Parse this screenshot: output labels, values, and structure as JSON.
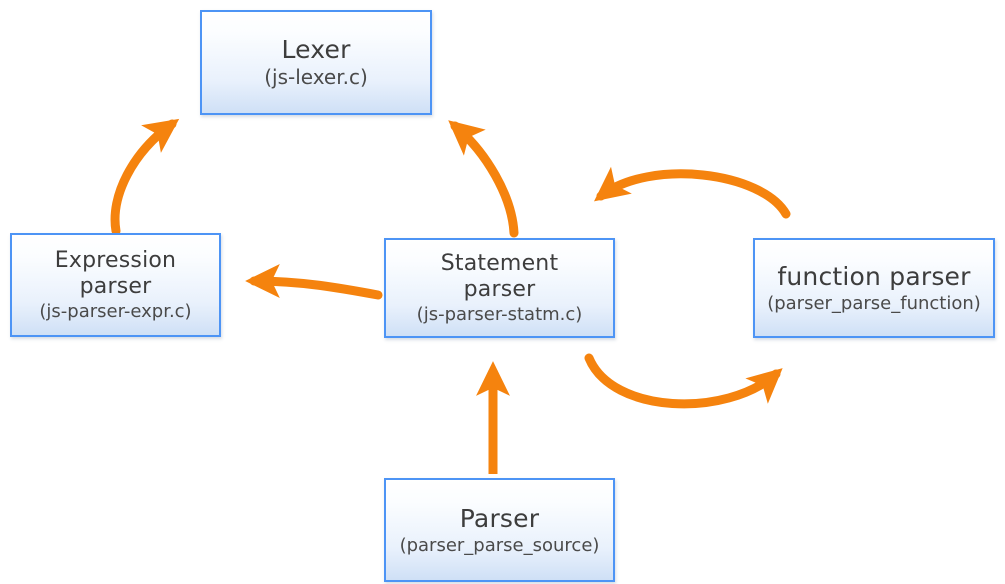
{
  "diagram": {
    "accent_color": "#f5830e",
    "box_border_color": "#4d94f5",
    "box_fill_top": "#ffffff",
    "box_fill_bottom": "#cfe0f6",
    "background": "#ffffff",
    "nodes": [
      {
        "id": "lexer",
        "title": "Lexer",
        "subtitle": "(js-lexer.c)"
      },
      {
        "id": "expression",
        "title": "Expression",
        "title2": "parser",
        "subtitle": "(js-parser-expr.c)"
      },
      {
        "id": "statement",
        "title": "Statement",
        "title2": "parser",
        "subtitle": "(js-parser-statm.c)"
      },
      {
        "id": "function",
        "title": "function parser",
        "subtitle": "(parser_parse_function)"
      },
      {
        "id": "parser",
        "title": "Parser",
        "subtitle": "(parser_parse_source)"
      }
    ],
    "edges": [
      {
        "id": "expression-to-lexer",
        "from": "expression",
        "to": "lexer",
        "style": "curved"
      },
      {
        "id": "statement-to-lexer",
        "from": "statement",
        "to": "lexer",
        "style": "curved"
      },
      {
        "id": "function-to-statement",
        "from": "function",
        "to": "statement",
        "style": "curved"
      },
      {
        "id": "statement-to-function",
        "from": "statement",
        "to": "function",
        "style": "curved"
      },
      {
        "id": "statement-to-expression",
        "from": "statement",
        "to": "expression",
        "style": "curved"
      },
      {
        "id": "parser-to-statement",
        "from": "parser",
        "to": "statement",
        "style": "straight"
      }
    ]
  }
}
